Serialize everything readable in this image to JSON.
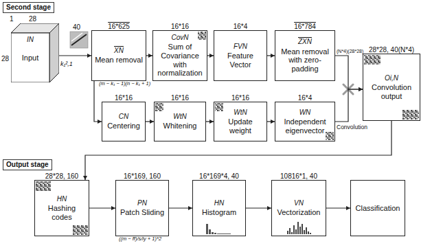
{
  "diagram": {
    "nodes": [
      {
        "text": [
          "IN",
          "Input"
        ]
      },
      {
        "text": [
          "16*625",
          "XN",
          "Mean removal",
          "(m − k₁ − 1)(n − k₁ + 1)"
        ]
      },
      {
        "text": [
          "16*16",
          "CovN",
          "Sum of Covariance with normalization"
        ]
      },
      {
        "text": [
          "16*4",
          "FVN",
          "Feature Vector"
        ]
      },
      {
        "text": [
          "16*784",
          "ZXN",
          "Mean removal with zero-padding"
        ]
      },
      {
        "text": [
          "28*28, 40(N*4)",
          "Oi,N",
          "Convolution output"
        ]
      },
      {
        "text": [
          "16*16",
          "CN",
          "Centering"
        ]
      },
      {
        "text": [
          "16*16",
          "WtN",
          "Whitening"
        ]
      },
      {
        "text": [
          "16*16",
          "WtN",
          "Update weight"
        ]
      },
      {
        "text": [
          "16*4",
          "WN",
          "Independent eigenvector"
        ]
      },
      {
        "text": [
          "28*28, 160",
          "HN",
          "Hashing codes"
        ]
      },
      {
        "text": [
          "16*169, 160",
          "PN",
          "Patch Sliding",
          "((m − ff)/s/ly + 1)*2"
        ]
      },
      {
        "text": [
          "16*169*4, 40",
          "HN",
          "Histogram"
        ]
      },
      {
        "text": [
          "10816*1, 40",
          "VN",
          "Vectorization"
        ]
      },
      {
        "text": [
          "Classification"
        ]
      }
    ],
    "edges": [
      {
        "from": 0,
        "to": 1,
        "arrow": "to"
      },
      {
        "from": 1,
        "to": 2,
        "arrow": "to"
      },
      {
        "from": 2,
        "to": 3,
        "arrow": "to"
      },
      {
        "from": 3,
        "to": 4,
        "arrow": "to"
      },
      {
        "from": 1,
        "to": 6,
        "arrow": "to"
      },
      {
        "from": 6,
        "to": 7,
        "arrow": "to"
      },
      {
        "from": 7,
        "to": 8,
        "arrow": "to"
      },
      {
        "from": 8,
        "to": 9,
        "arrow": "to"
      },
      {
        "from": 4,
        "to": 5,
        "arrow": "to"
      },
      {
        "from": 9,
        "to": 5,
        "arrow": "to"
      },
      {
        "from": 5,
        "to": 10,
        "arrow": "to"
      },
      {
        "from": 10,
        "to": 11,
        "arrow": "to"
      },
      {
        "from": 11,
        "to": 12,
        "arrow": "to"
      },
      {
        "from": 12,
        "to": 13,
        "arrow": "to"
      },
      {
        "from": 13,
        "to": 14,
        "arrow": "to"
      }
    ],
    "labels": [
      "Second stage",
      "Output stage",
      "1",
      "28",
      "28",
      "40",
      "k₁²,1",
      "(N*4)(28*28)",
      "Convolution"
    ]
  }
}
